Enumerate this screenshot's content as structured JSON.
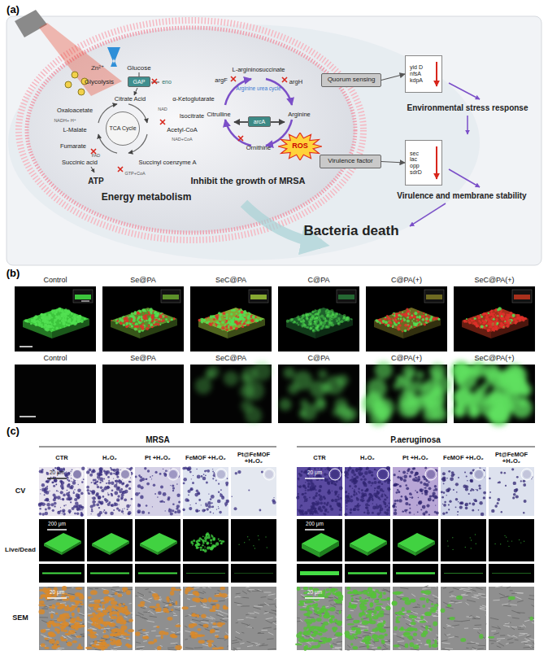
{
  "diagram": {
    "nodes": [
      {
        "text": [
          "GAP"
        ]
      },
      {
        "text": [
          "TCA Cycle"
        ]
      },
      {
        "text": [
          "arcA"
        ]
      },
      {
        "text": [
          "ROS"
        ]
      },
      {
        "text": [
          "Quorum sensing"
        ]
      },
      {
        "text": [
          "yid D",
          "nfsA",
          "kdpA"
        ]
      },
      {
        "text": [
          "Virulence factor"
        ]
      },
      {
        "text": [
          "sec",
          "lac",
          "opp",
          "sdrD"
        ]
      }
    ],
    "edges": [
      {
        "from": 4,
        "to": 5,
        "arrow": "to"
      },
      {
        "from": 6,
        "to": 7,
        "arrow": "to"
      }
    ],
    "labels": [
      "(a)",
      "Zn²⁺",
      "Glucose",
      "Glycolysis",
      "eno",
      "Citrate Acid",
      "α-Ketoglutarate",
      "Oxaloacetate",
      "Isocitrate",
      "NADH+ H⁺",
      "NAD",
      "L-Malate",
      "Acetyl-CoA",
      "NAD+CoA",
      "Fumarate",
      "FAD",
      "Succinic acid",
      "Succinyl coenzyme A",
      "GTP+CoA",
      "ATP",
      "Energy metabolism",
      "Inhibit the growth of MRSA",
      "L-argininosuccinate",
      "argF",
      "argH",
      "Arginine urea cycle",
      "Citrulline",
      "Arginine",
      "Ornithine",
      "Environmental stress response",
      "Virulence and membrane stability",
      "Bacteria death",
      "(b)",
      "Control",
      "Se@PA",
      "SeC@PA",
      "C@PA",
      "C@PA(+)",
      "SeC@PA(+)",
      "Control",
      "Se@PA",
      "SeC@PA",
      "C@PA",
      "C@PA(+)",
      "SeC@PA(+)",
      "(c)",
      "MRSA",
      "P.aeruginosa",
      "CTR",
      "H₂O₂",
      "Pt +H₂O₂",
      "FeMOF +H₂O₂",
      "Pt@FeMOF +H₂O₂",
      "CTR",
      "H₂O₂",
      "Pt +H₂O₂",
      "FeMOF +H₂O₂",
      "Pt@FeMOF +H₂O₂",
      "CV",
      "Live/Dead",
      "SEM",
      "20 μm",
      "200 μm",
      "20 μm",
      "20 μm",
      "200 μm",
      "20 μm"
    ]
  }
}
